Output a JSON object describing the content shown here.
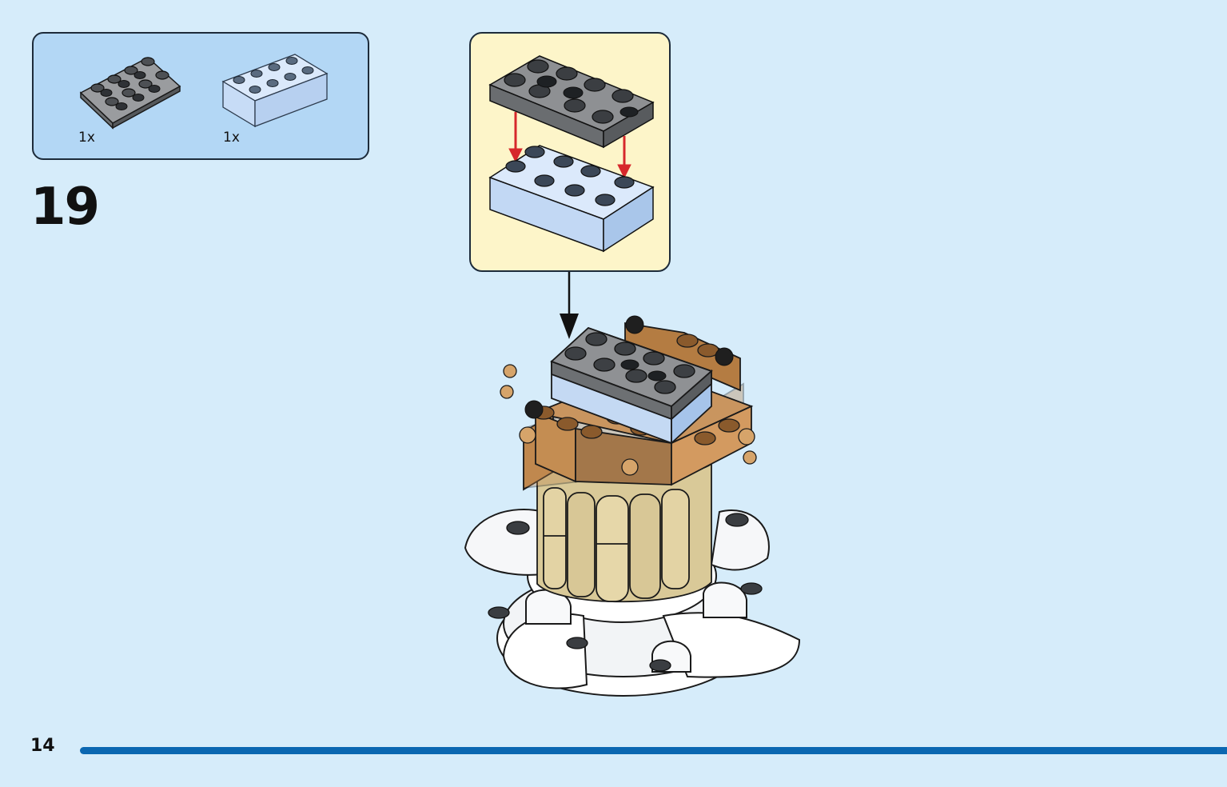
{
  "parts_list": {
    "items": [
      {
        "name": "dark-grey-plate-2x4-with-holes",
        "color": "#8a8c8e",
        "quantity": "1x"
      },
      {
        "name": "light-blue-brick-2x4",
        "color": "#bcd8f7",
        "quantity": "1x"
      }
    ]
  },
  "step": {
    "number": "19"
  },
  "page": {
    "number": "14",
    "progress": 0.93
  },
  "colors": {
    "background": "#d6ecfa",
    "parts_box": "#b3d7f5",
    "callout": "#fdf5c9",
    "progress_bar": "#0b67b1",
    "arrow_red": "#d6282b",
    "tan": "#dccd9a",
    "brown": "#c89660",
    "dark_grey": "#7e8185",
    "white_part": "#f4f6f8"
  },
  "icons": {
    "callout_arrow": "down-arrow-icon",
    "assembly_arrows": "red-down-arrow-icon"
  }
}
